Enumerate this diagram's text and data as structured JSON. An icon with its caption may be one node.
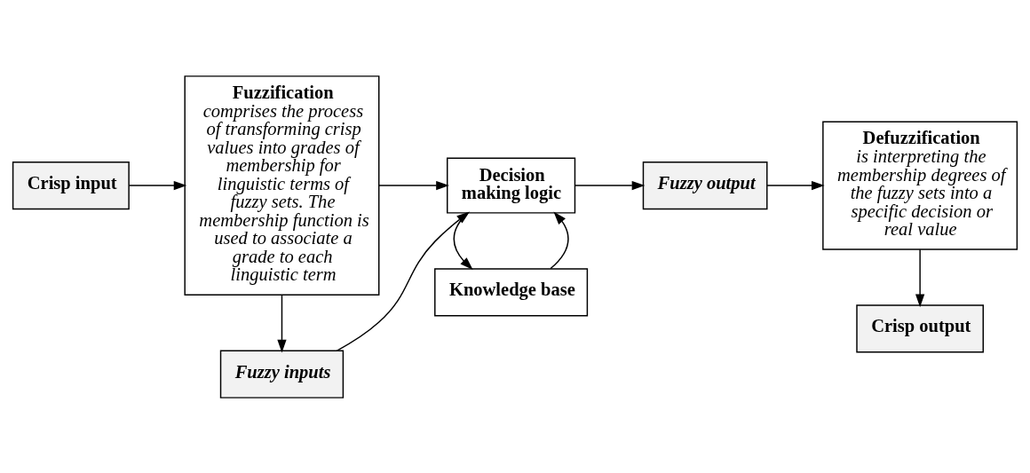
{
  "diagram": {
    "nodes": [
      {
        "text": [
          "Crisp input"
        ]
      },
      {
        "text": [
          "Fuzzification",
          "comprises the process of transforming crisp values into grades of membership for linguistic terms of fuzzy sets. The membership function is used to associate a grade to each linguistic term"
        ]
      },
      {
        "text": [
          "Fuzzy inputs"
        ]
      },
      {
        "text": [
          "Decision making logic"
        ]
      },
      {
        "text": [
          "Knowledge base"
        ]
      },
      {
        "text": [
          "Fuzzy output"
        ]
      },
      {
        "text": [
          "Defuzzification",
          "is interpreting the membership degrees of the fuzzy sets into a specific decision or real value"
        ]
      },
      {
        "text": [
          "Crisp output"
        ]
      }
    ],
    "edges": [
      {
        "from": 0,
        "to": 1,
        "arrow": "to"
      },
      {
        "from": 1,
        "to": 2,
        "arrow": "to"
      },
      {
        "from": 1,
        "to": 3,
        "arrow": "to"
      },
      {
        "from": 2,
        "to": 3,
        "arrow": "to"
      },
      {
        "from": 4,
        "to": 3,
        "arrow": "to"
      },
      {
        "from": 3,
        "to": 4,
        "arrow": "to"
      },
      {
        "from": 3,
        "to": 5,
        "arrow": "to"
      },
      {
        "from": 5,
        "to": 6,
        "arrow": "to"
      },
      {
        "from": 6,
        "to": 7,
        "arrow": "to"
      }
    ]
  }
}
